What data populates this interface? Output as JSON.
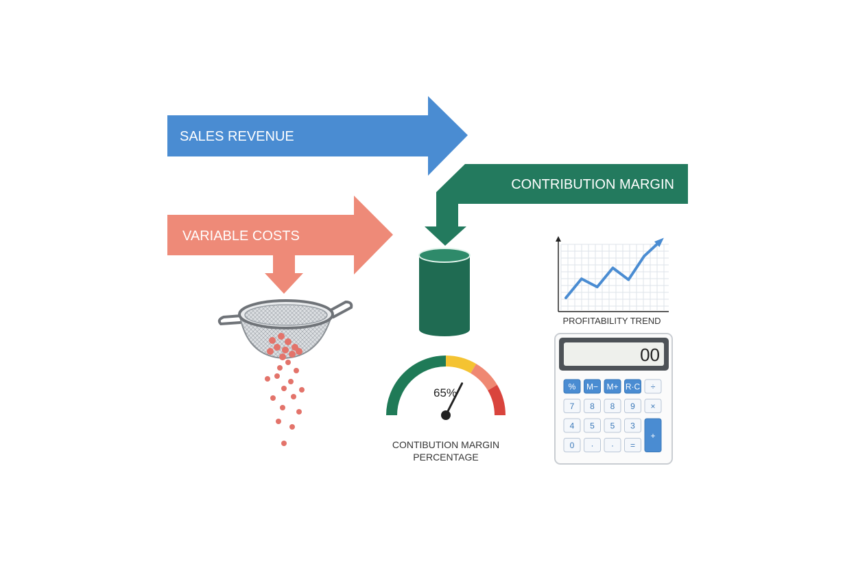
{
  "arrows": {
    "sales_revenue": {
      "label": "SALES REVENUE",
      "color": "#4a8cd2"
    },
    "variable_costs": {
      "label": "VARIABLE COSTS",
      "color": "#ee8a78"
    },
    "contribution_margin": {
      "label": "CONTRIBUTION MARGIN",
      "color": "#237a5e"
    }
  },
  "colors": {
    "cylinder": "#1f6b52",
    "cylinder_top": "#2e8a6a",
    "droplet": "#e3736a",
    "trend_line": "#4a8cd2",
    "calc_key_blue": "#4a8cd2"
  },
  "gauge": {
    "value_label": "65%",
    "value_fraction": 0.65,
    "caption_line1": "CONTIBUTION MARGIN",
    "caption_line2": "PERCENTAGE",
    "segments": [
      {
        "color": "#1f7a57",
        "from": 0.0,
        "to": 0.5
      },
      {
        "color": "#f4c332",
        "from": 0.5,
        "to": 0.67
      },
      {
        "color": "#ef8872",
        "from": 0.67,
        "to": 0.83
      },
      {
        "color": "#d9443d",
        "from": 0.83,
        "to": 1.0
      }
    ]
  },
  "trend_chart": {
    "caption": "PROFITABILITY TREND",
    "values": [
      0,
      2.1,
      1.2,
      3.3,
      2.0,
      4.6,
      6.2
    ]
  },
  "calculator": {
    "display": "00",
    "keys": [
      {
        "label": "%",
        "style": "blue"
      },
      {
        "label": "M−",
        "style": "blue"
      },
      {
        "label": "M+",
        "style": "blue"
      },
      {
        "label": "R·C",
        "style": "blue"
      },
      {
        "label": "÷",
        "style": "light"
      },
      {
        "label": "7",
        "style": "light"
      },
      {
        "label": "8",
        "style": "light"
      },
      {
        "label": "8",
        "style": "light"
      },
      {
        "label": "9",
        "style": "light"
      },
      {
        "label": "×",
        "style": "light"
      },
      {
        "label": "4",
        "style": "light"
      },
      {
        "label": "5",
        "style": "light"
      },
      {
        "label": "5",
        "style": "light"
      },
      {
        "label": "3",
        "style": "light"
      },
      {
        "label": "+",
        "style": "blue"
      },
      {
        "label": "0",
        "style": "light"
      },
      {
        "label": "·",
        "style": "light"
      },
      {
        "label": "·",
        "style": "light"
      },
      {
        "label": "=",
        "style": "light"
      }
    ]
  }
}
